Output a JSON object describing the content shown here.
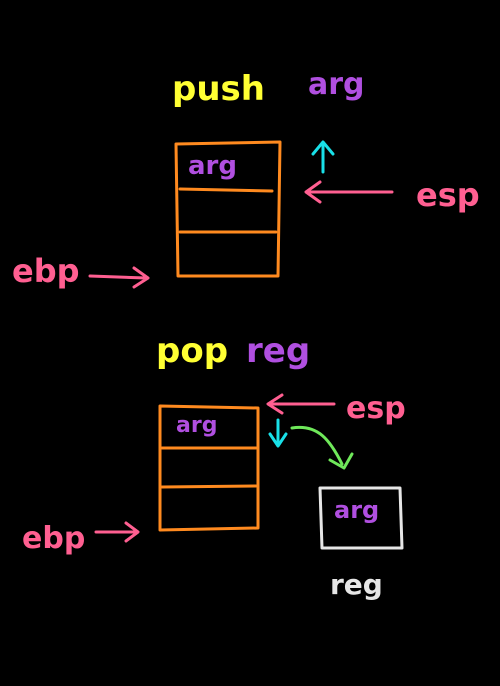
{
  "colors": {
    "background": "#000000",
    "instruction": "#ffff33",
    "operand": "#b04fe0",
    "pointer": "#ff5f91",
    "stack": "#ff8a1f",
    "push_arrow": "#19e0e8",
    "move_arrow": "#6fe85a",
    "register": "#e6e6e6"
  },
  "push_section": {
    "instruction": "push",
    "operand": "arg",
    "slot_label": "arg",
    "esp_label": "esp",
    "ebp_label": "ebp"
  },
  "pop_section": {
    "instruction": "pop",
    "operand": "reg",
    "slot_label": "arg",
    "esp_label": "esp",
    "ebp_label": "ebp",
    "register_value": "arg",
    "register_caption": "reg"
  }
}
